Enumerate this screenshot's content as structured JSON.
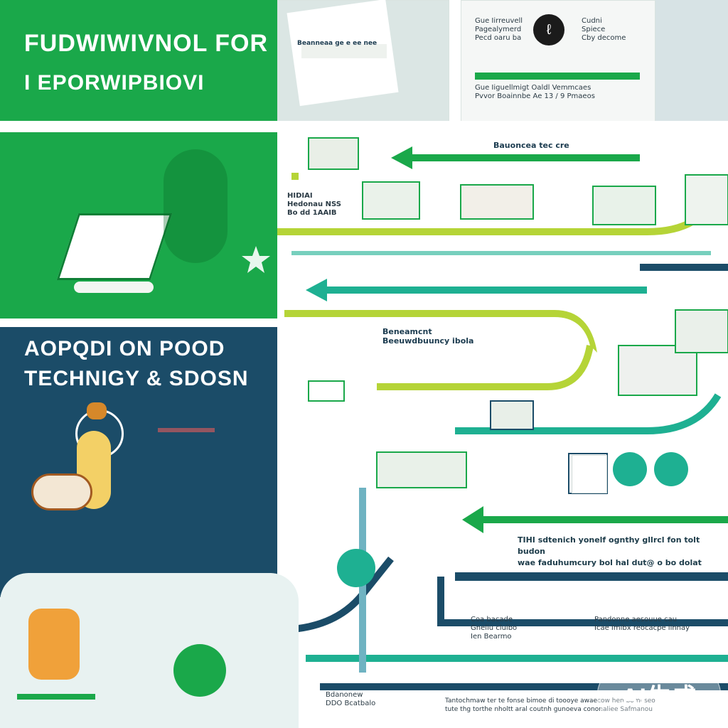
{
  "hero": {
    "line1": "FUDWIWIVNOL FOR",
    "line2": "I EPORWIPBIOVI"
  },
  "section": {
    "title_line1": "AOPQDI ON POOD",
    "title_line2": "TECHNIGY & SDOSN"
  },
  "top_card": {
    "left_text": [
      "Gue Iirreuvell",
      "Pagealymerd",
      "Pecd oaru ba"
    ],
    "right_text": [
      "Cudni",
      "Spiece",
      "Cby decome"
    ],
    "bottom_text": [
      "Gue Iiguellmigt",
      "Pvvor Boainnbe",
      "Oaldl Vemmcaes",
      "Ae 13 / 9 Pmaeos"
    ]
  },
  "top_left_card": {
    "label": "Beanneaa ge e ee nee"
  },
  "flow_labels": {
    "top_center": "Bauoncea tec cre",
    "left_mid": [
      "HIDIAI",
      "Hedonau NSS",
      "Bo dd 1AAIB"
    ],
    "center": [
      "Beneamcnt",
      "Beeuwdbuuncy ibola"
    ]
  },
  "right_text": {
    "line1": "TIHI sdtenich yonelf ognthy gllrcl fon tolt budon",
    "line2": "wae faduhumcury bol hal dut@ o bo dolat"
  },
  "bottom_cards": {
    "left": [
      "Coa bacade",
      "Gneliu cluibo",
      "Ien Bearmo"
    ],
    "right": [
      "Pandonne aesouue cau",
      "Icae Imibx reocacpe linnay"
    ],
    "footer_left": [
      "Bdanonew",
      "DDO Bcatbalo"
    ],
    "footer_right": [
      "Tantochmaw ter te fonse bimoe di toooye awaecow hen bomoseo",
      "tute thg torthe nholtt aral coutnh gunoeva cononaliee Safmanou"
    ]
  },
  "watermark": {
    "text": "AI生成"
  },
  "colors": {
    "green": "#1aa84a",
    "lime": "#b5d437",
    "teal": "#1eb092",
    "navy": "#1b4c68"
  }
}
